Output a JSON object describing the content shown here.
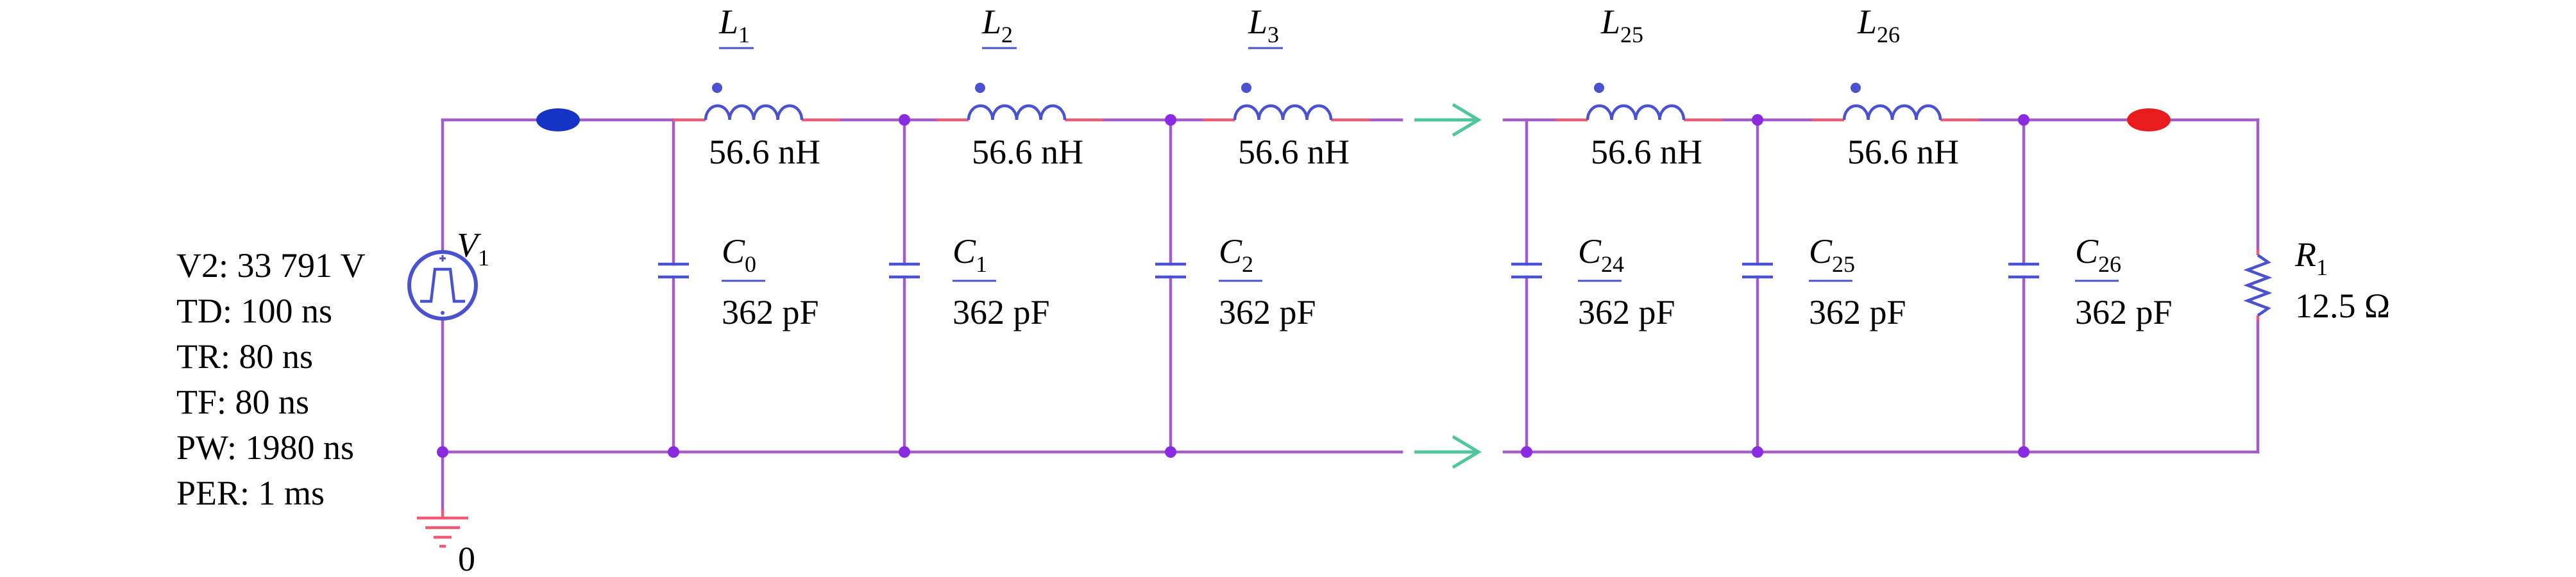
{
  "source": {
    "name": "V",
    "name_sub": "1",
    "params": [
      "V2: 33 791 V",
      "TD: 100 ns",
      "TR: 80 ns",
      "TF: 80 ns",
      "PW: 1980 ns",
      "PER: 1 ms"
    ]
  },
  "ground": {
    "label": "0"
  },
  "inductors": [
    {
      "name": "L",
      "sub": "1",
      "value": "56.6 nH"
    },
    {
      "name": "L",
      "sub": "2",
      "value": "56.6 nH"
    },
    {
      "name": "L",
      "sub": "3",
      "value": "56.6 nH"
    },
    {
      "name": "L",
      "sub": "25",
      "value": "56.6 nH"
    },
    {
      "name": "L",
      "sub": "26",
      "value": "56.6 nH"
    }
  ],
  "capacitors": [
    {
      "name": "C",
      "sub": "0",
      "value": "362 pF"
    },
    {
      "name": "C",
      "sub": "1",
      "value": "362 pF"
    },
    {
      "name": "C",
      "sub": "2",
      "value": "362 pF"
    },
    {
      "name": "C",
      "sub": "24",
      "value": "362 pF"
    },
    {
      "name": "C",
      "sub": "25",
      "value": "362 pF"
    },
    {
      "name": "C",
      "sub": "26",
      "value": "362 pF"
    }
  ],
  "load": {
    "name": "R",
    "sub": "1",
    "value": "12.5 Ω"
  },
  "colors": {
    "wire": "#a25dc6",
    "component_lead": "#ee5a78",
    "component_body": "#4a52cf",
    "input_probe": "#1533c4",
    "output_probe": "#e81c1c",
    "continuation_arrow": "#4fc79a"
  }
}
